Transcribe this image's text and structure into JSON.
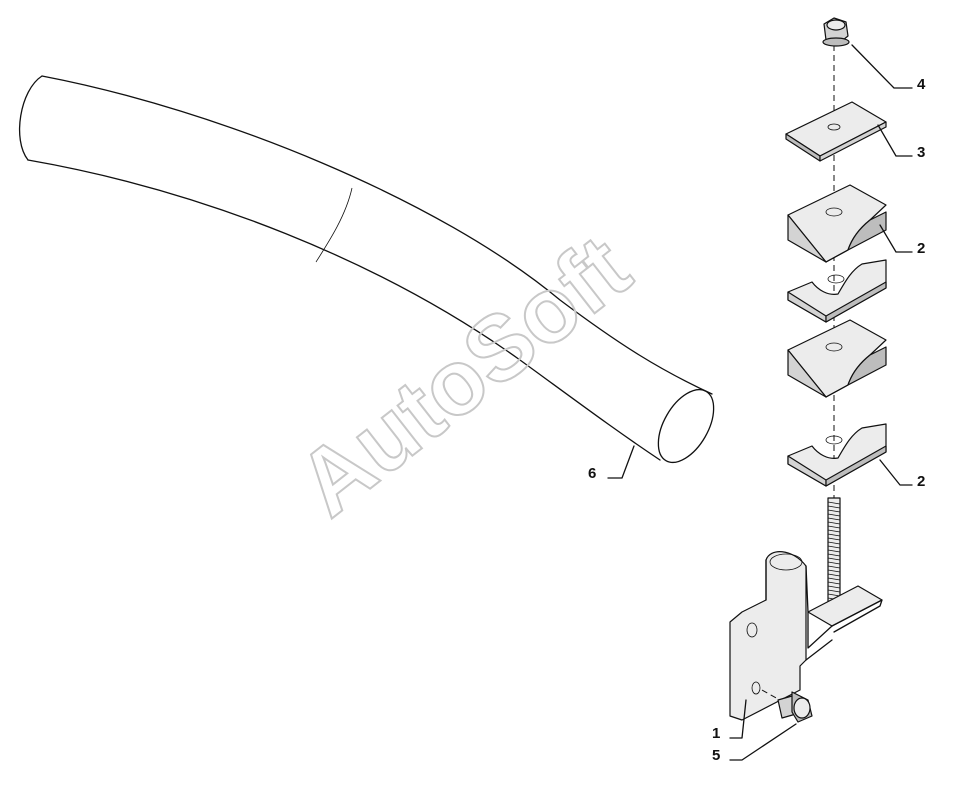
{
  "watermark": "AutoSoft",
  "callouts": {
    "c1": "1",
    "c2a": "2",
    "c2b": "2",
    "c3": "3",
    "c4": "4",
    "c5": "5",
    "c6": "6"
  }
}
